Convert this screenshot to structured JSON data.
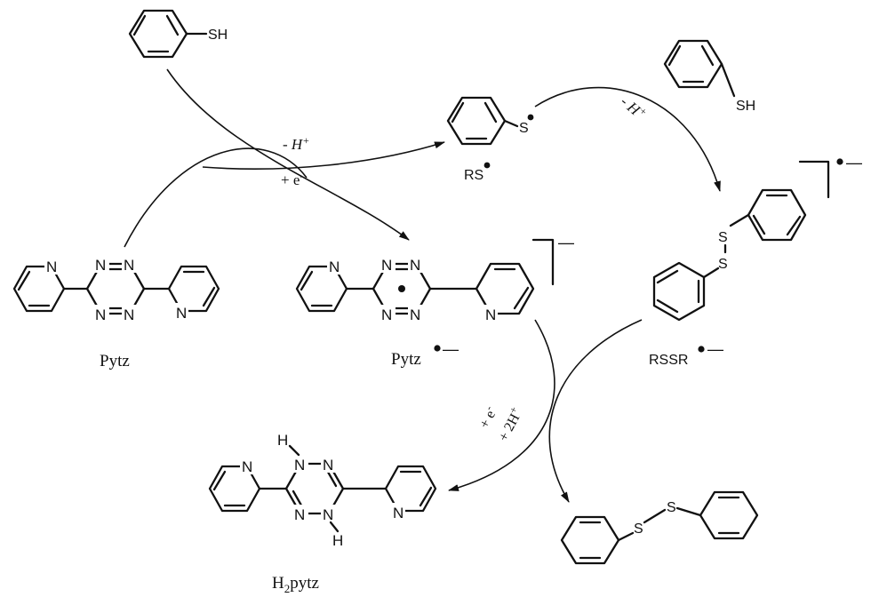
{
  "molecules": {
    "thiophenol_top": {
      "group": "SH"
    },
    "thiophenol_right": {
      "group": "SH"
    },
    "thiyl_radical": {
      "atom": "S",
      "label": "RS"
    },
    "pytz": {
      "label": "Pytz",
      "ring_n": "N",
      "pyridine_n": "N"
    },
    "pytz_radical_anion": {
      "label": "Pytz",
      "charge": "—",
      "bracket_charge": "—"
    },
    "rssr_radical_anion": {
      "label": "RSSR",
      "charge": "—",
      "s_atom": "S"
    },
    "h2pytz": {
      "label_main": "H",
      "label_sub": "2",
      "label_rest": "pytz",
      "h_atom": "H"
    },
    "diphenyl_disulfide": {
      "s_atom": "S"
    }
  },
  "arrow_labels": {
    "minus_h_top": "- H",
    "plus_sign": "+",
    "plus_e_top": "+ e",
    "minus_sign": "-",
    "minus_h_right": "- H",
    "plus_e_bottom": "+ e",
    "plus_2h": "+ 2H"
  }
}
